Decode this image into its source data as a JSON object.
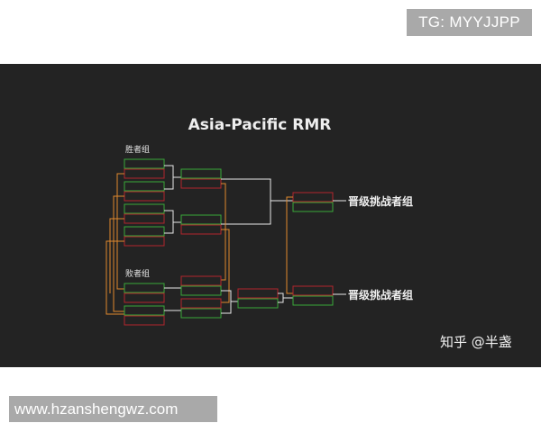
{
  "watermarks": {
    "top": "TG: MYYJJPP",
    "bottom": "www.hzanshengwz.com"
  },
  "diagram": {
    "title": "Asia-Pacific RMR",
    "upper_bracket_label": "胜者组",
    "lower_bracket_label": "败者组",
    "result_labels": [
      "晋级挑战者组",
      "晋级挑战者组"
    ],
    "credit": "知乎 @半盏"
  },
  "colors": {
    "background": "#232323",
    "winner_box": "#3aa83a",
    "loser_box": "#b3262c",
    "connector_white": "#e8e8e8",
    "connector_orange": "#e08a2e"
  }
}
